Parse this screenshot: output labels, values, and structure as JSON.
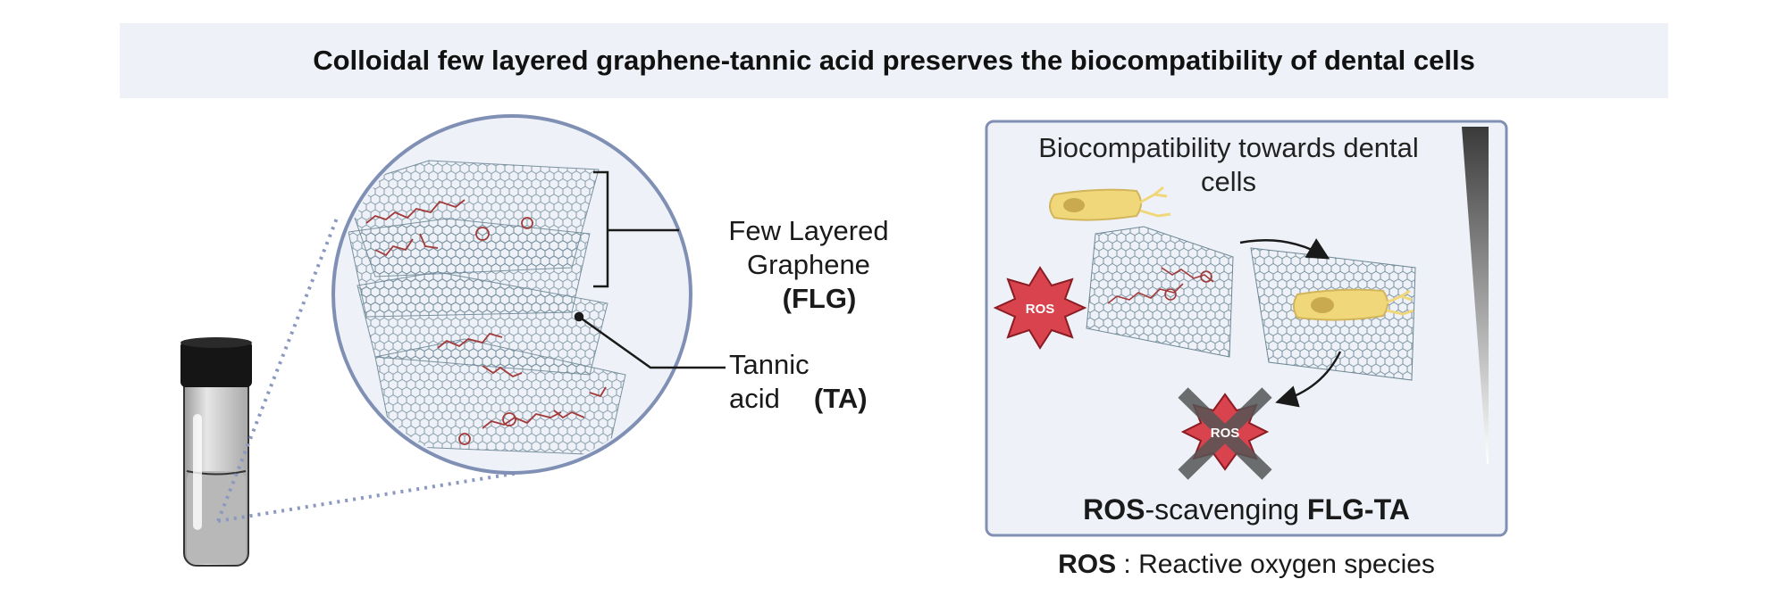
{
  "title": "Colloidal few layered graphene-tannic acid preserves the biocompatibility of dental cells",
  "left": {
    "flg_line1": "Few Layered",
    "flg_line2": "Graphene",
    "flg_abbr": "(FLG)",
    "ta_line1": "Tannic",
    "ta_line2": "acid",
    "ta_abbr": "(TA)"
  },
  "right": {
    "heading_line1": "Biocompatibility towards dental",
    "heading_line2": "cells",
    "ros_badge": "ROS",
    "ros_badge_crossed": "ROS",
    "caption_bold1": "ROS",
    "caption_mid": "-scavenging ",
    "caption_bold2": "FLG-TA"
  },
  "footnote": {
    "abbr": "ROS",
    "definition": " : Reactive oxygen species"
  },
  "colors": {
    "banner_bg": "#eef2f8",
    "panel_border": "#8090b4",
    "ros_red": "#d8434d",
    "cell_yellow": "#f0d77a",
    "tannic_red": "#a33a3a",
    "graphene": "#8ea7b5"
  }
}
